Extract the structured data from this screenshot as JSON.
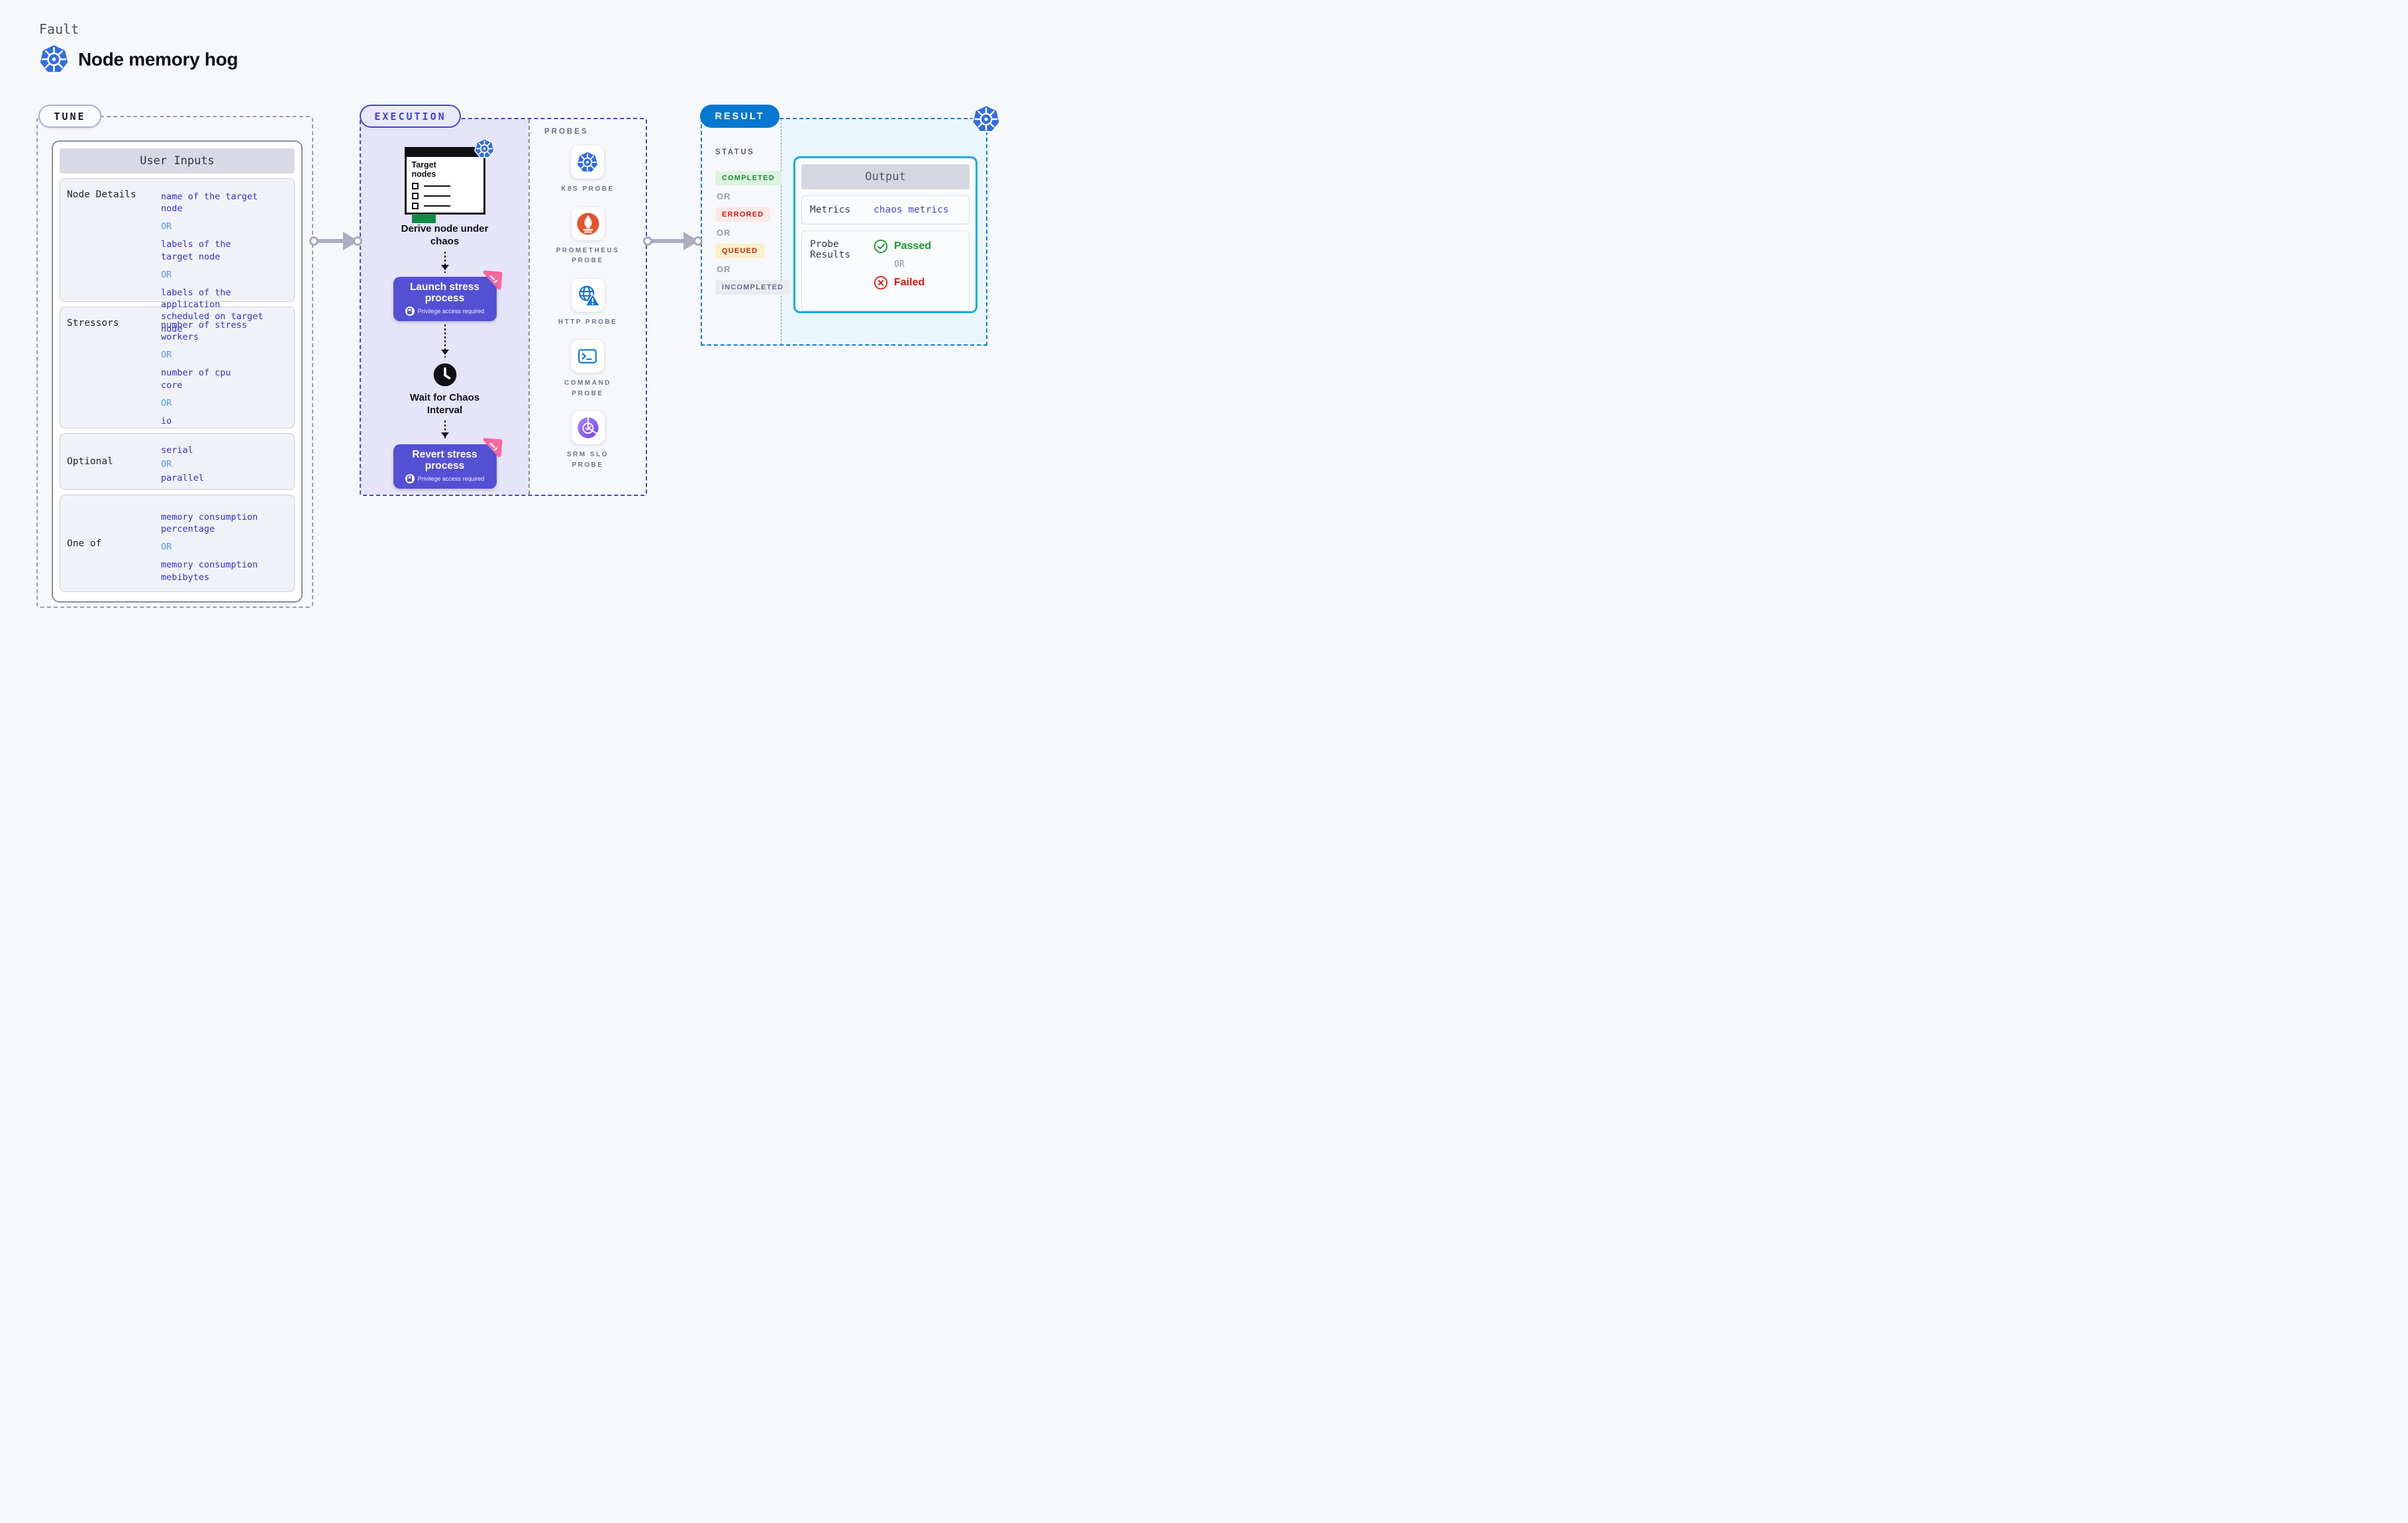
{
  "page": {
    "kicker": "Fault",
    "title": "Node memory hog"
  },
  "colors": {
    "background": "#F7F8FB",
    "kubernetes_blue": "#326CE5",
    "tune_border": "#9B9EA8",
    "execution_border": "#4642DA",
    "execution_fill": "#E5E4F9",
    "process_button": "#5450D4",
    "ribbon_pink": "#F9679E",
    "result_border": "#0A7CD4",
    "result_pill": "#0778D0",
    "result_fill": "#E9F6FD",
    "output_border": "#0AAEDF",
    "option_indigo": "#3330D4",
    "or_blue": "#4E9BF8",
    "completed_green": "#1C8A3C",
    "errored_red": "#CB1F15",
    "queued_amber_bg": "#FBF0C9",
    "passed_green": "#17982A",
    "failed_red": "#DC1708",
    "arrow_gray": "#ACADBF",
    "prometheus_orange": "#E6522C"
  },
  "tune": {
    "badge": "TUNE",
    "header": "User Inputs",
    "or_label": "OR",
    "rows": [
      {
        "label": "Node Details",
        "options": [
          "name of the target\nnode",
          "labels of the\ntarget node",
          "labels of the application\n scheduled on target node"
        ]
      },
      {
        "label": "Stressors",
        "options": [
          "number of stress\nworkers",
          "number of cpu\ncore",
          "io"
        ]
      },
      {
        "label": "Optional",
        "options": [
          "serial",
          "parallel"
        ]
      },
      {
        "label": "One of",
        "options": [
          "memory consumption\npercentage",
          "memory consumption\nmebibytes"
        ]
      }
    ]
  },
  "execution": {
    "badge": "EXECUTION",
    "target_card_title": "Target\nnodes",
    "step1_caption": "Derive node under\nchaos",
    "launch_title": "Launch stress\nprocess",
    "launch_subtitle": "Privilege access required",
    "wait_caption": "Wait for Chaos\nInterval",
    "revert_title": "Revert stress\nprocess",
    "revert_subtitle": "Privilege access required"
  },
  "probes": {
    "header": "PROBES",
    "items": [
      {
        "icon": "kubernetes-icon",
        "label": "K8S PROBE"
      },
      {
        "icon": "prometheus-icon",
        "label": "PROMETHEUS\nPROBE"
      },
      {
        "icon": "http-globe-icon",
        "label": "HTTP PROBE"
      },
      {
        "icon": "terminal-icon",
        "label": "COMMAND\nPROBE"
      },
      {
        "icon": "srm-slo-icon",
        "label": "SRM SLO\nPROBE"
      }
    ]
  },
  "result": {
    "badge": "RESULT",
    "status_header": "STATUS",
    "or_label": "OR",
    "statuses": [
      "COMPLETED",
      "ERRORED",
      "QUEUED",
      "INCOMPLETED"
    ],
    "output": {
      "header": "Output",
      "metrics_label": "Metrics",
      "metrics_value": "chaos metrics",
      "probe_results_label": "Probe\nResults",
      "passed": "Passed",
      "or_label": "OR",
      "failed": "Failed"
    }
  }
}
